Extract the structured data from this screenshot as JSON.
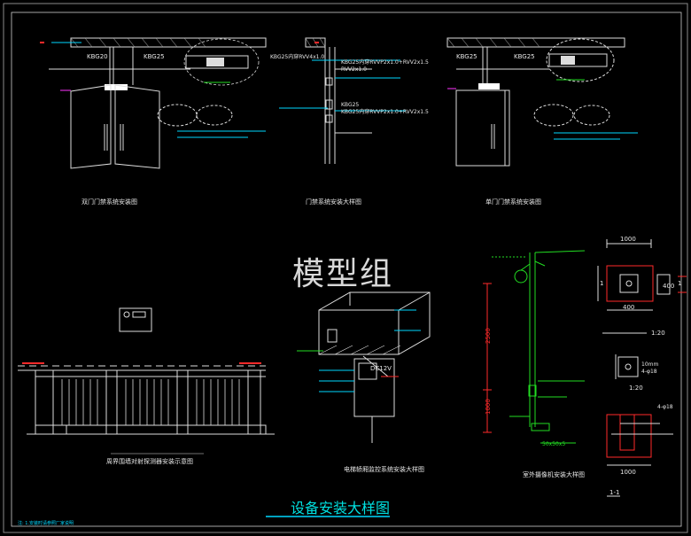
{
  "watermark": "模型组",
  "sheet_title": "设备安装大样图",
  "footnote": "注: 1.安装时请参照厂家说明",
  "labels": {
    "door1_title": "双门门禁系统安装图",
    "door2_title": "门禁系统安装大样图",
    "door3_title": "单门门禁系统安装图",
    "fence_title": "周界围墙对射探测器安装示意图",
    "elevator_title": "电梯轿厢监控系统安装大样图",
    "pole_title": "室外摄像机安装大样图",
    "section_mark": "1-1",
    "kbg20": "KBG20",
    "kbg25a": "KBG25",
    "kbg25b": "KBG25",
    "kbg25c": "KBG25",
    "kbg25d": "KBG25",
    "kbg25_rvv": "KBG25内穿RVV4x1.0",
    "kbg25_rvvp": "KBG25内穿RVVP2x1.0+RVV2x1.5",
    "rvv2x1": "RVV2x1.0",
    "rvvp_b": "KBG25内穿RVVP2x1.0+RVV2x1.5",
    "kbg25_e": "KBG25",
    "dc12v": "DC12V",
    "dim_1000_top": "1000",
    "dim_400_a": "400",
    "dim_400_b": "400",
    "dim_1000_bot": "1000",
    "dim_2500": "2500",
    "dim_1000_v": "1000",
    "dim_1_20_a": "1:20",
    "dim_1_20_b": "1:20",
    "dim_4phi8": "4-φ18",
    "dim_4phi8_b": "4-φ18",
    "dim_50x5": "50x50x5",
    "dim_10mm": "10mm",
    "dim_1_left": "1",
    "dim_1_right": "1"
  },
  "colors": {
    "background": "#000000",
    "line_white": "#e6e6e6",
    "line_cyan": "#00d8ff",
    "line_green": "#22dd22",
    "line_red": "#ff2a2a",
    "line_magenta": "#ff33ff",
    "line_blue": "#2266ff",
    "line_yellow": "#f0f000",
    "border_gray": "#8a8a8a"
  }
}
